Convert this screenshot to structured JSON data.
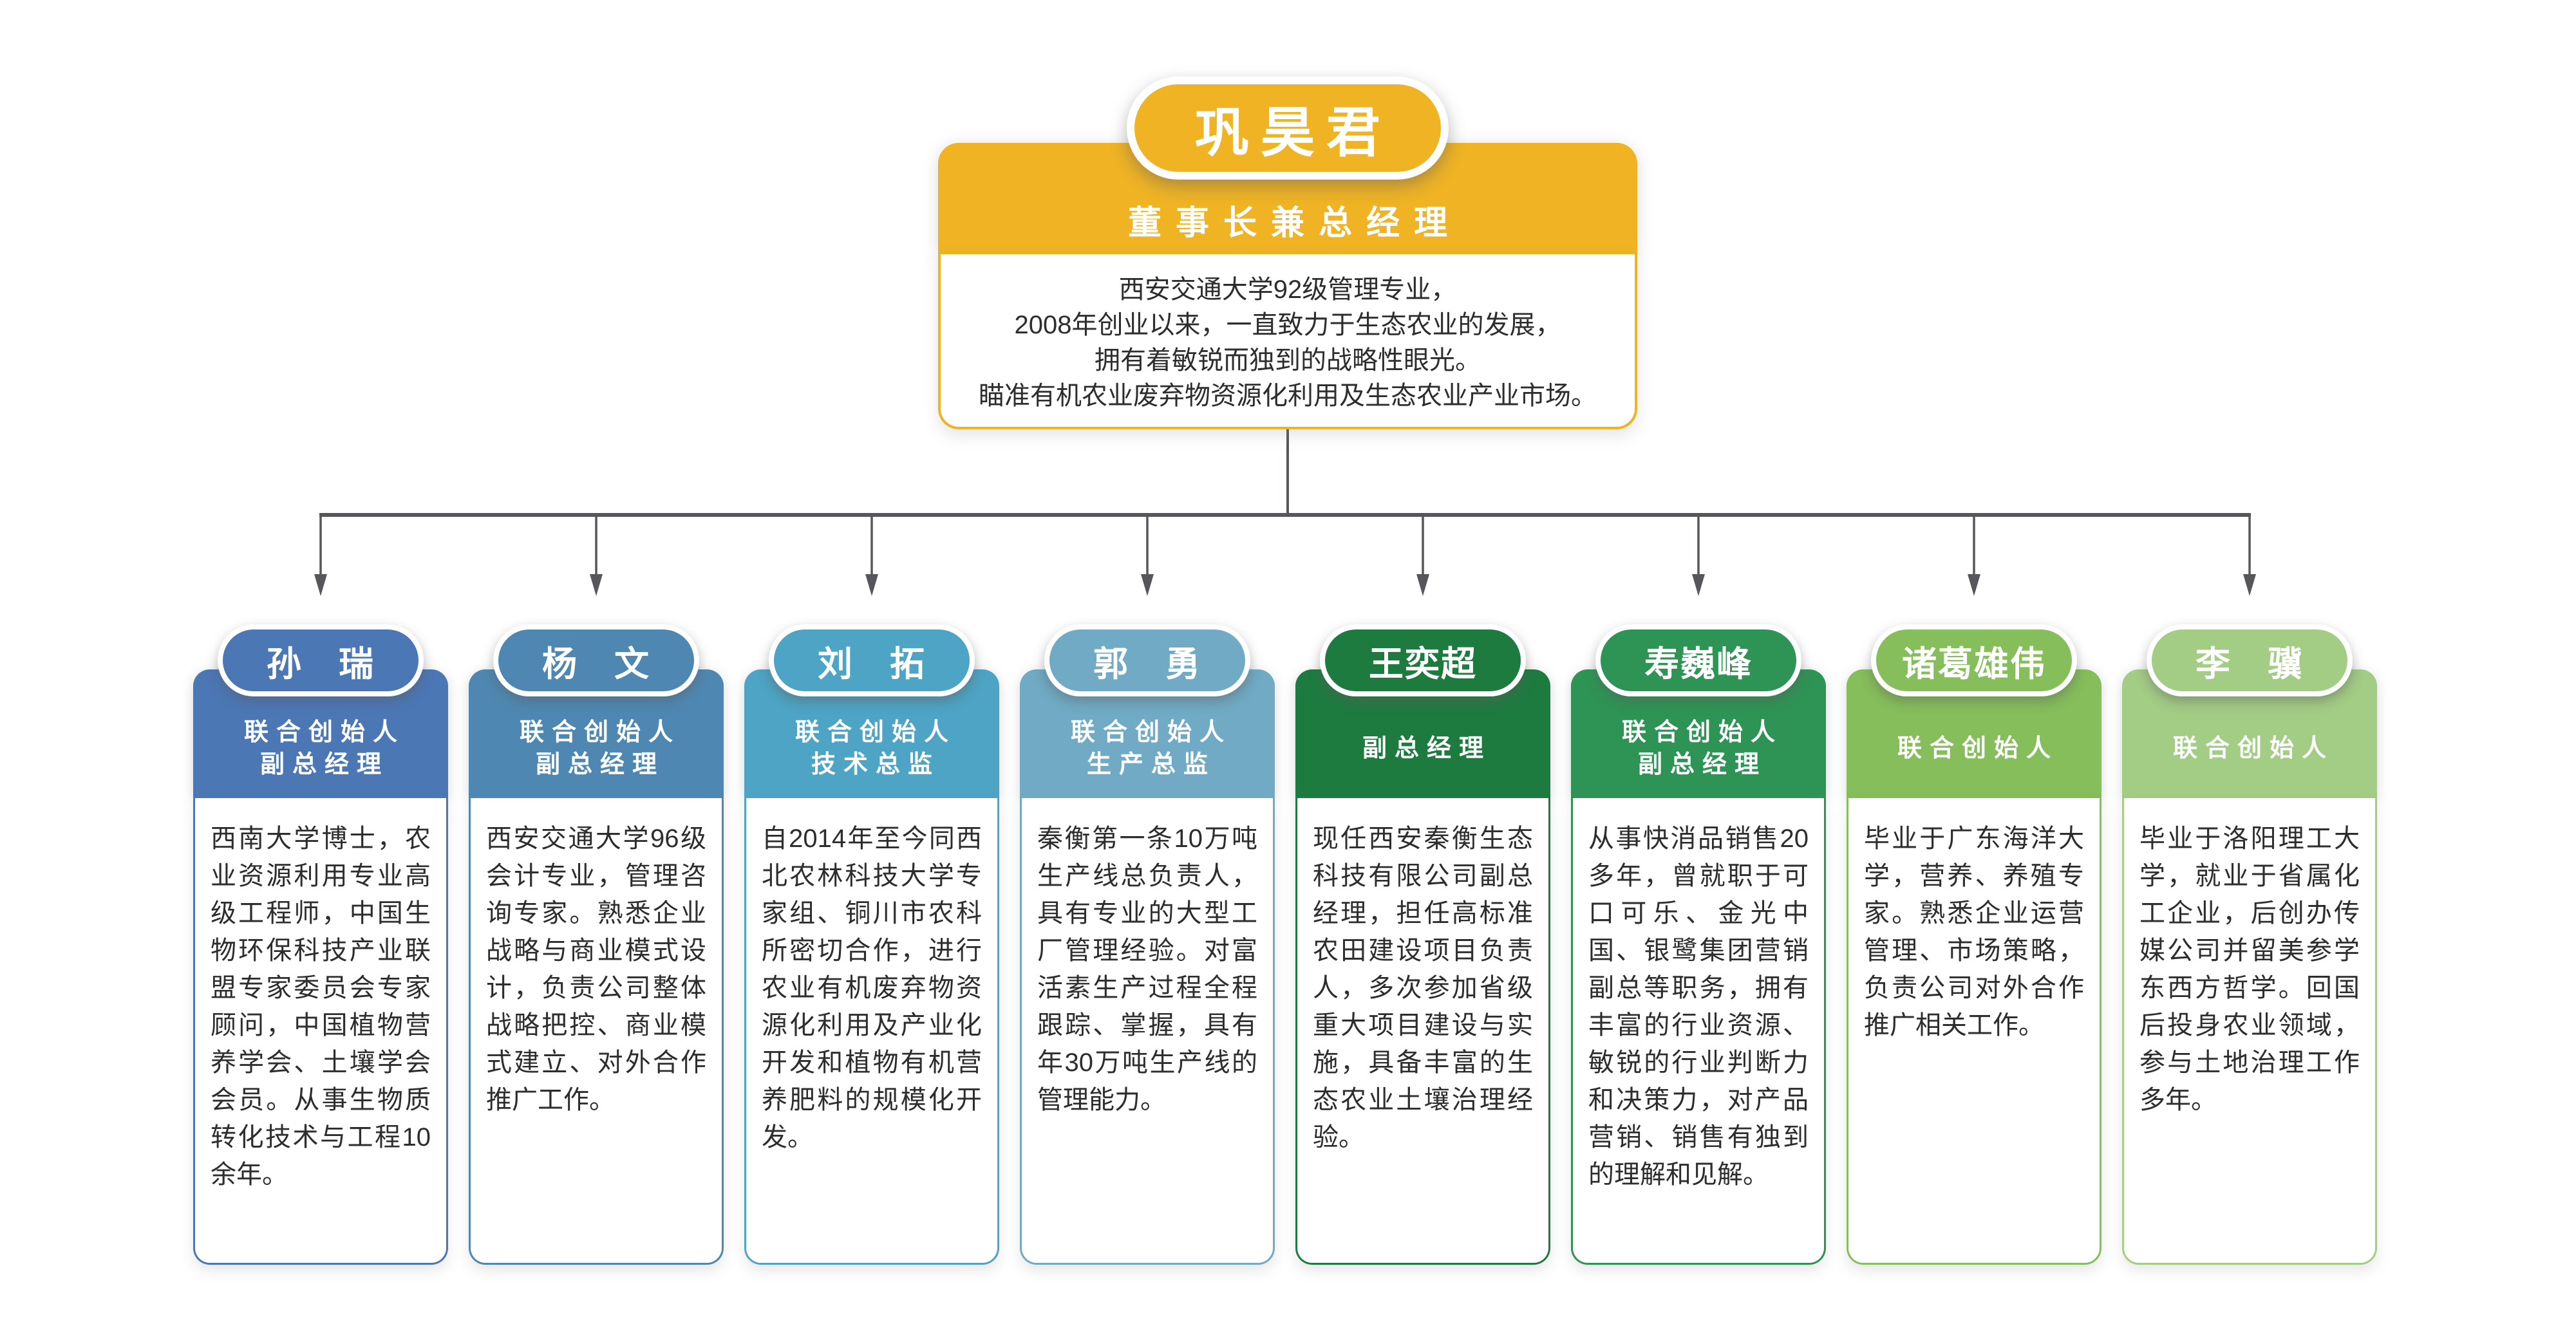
{
  "org": {
    "connector_color": "#56575B",
    "leader": {
      "name": "巩昊君",
      "title": "董事长兼总经理",
      "accent_color": "#EFB324",
      "description_lines": [
        "西安交通大学92级管理专业，",
        "2008年创业以来，一直致力于生态农业的发展，",
        "拥有着敏锐而独到的战略性眼光。",
        "瞄准有机农业废弃物资源化利用及生态农业产业市场。"
      ]
    },
    "people": [
      {
        "name": "孙　瑞",
        "title_lines": [
          "联合创始人",
          "副总经理"
        ],
        "accent_color": "#4B77B5",
        "bio": "西南大学博士，农业资源利用专业高级工程师，中国生物环保科技产业联盟专家委员会专家顾问，中国植物营养学会、土壤学会会员。从事生物质转化技术与工程10余年。"
      },
      {
        "name": "杨　文",
        "title_lines": [
          "联合创始人",
          "副总经理"
        ],
        "accent_color": "#4E88B2",
        "bio": "西安交通大学96级会计专业，管理咨询专家。熟悉企业战略与商业模式设计，负责公司整体战略把控、商业模式建立、对外合作推广工作。"
      },
      {
        "name": "刘　拓",
        "title_lines": [
          "联合创始人",
          "技术总监"
        ],
        "accent_color": "#4DA4C4",
        "bio": "自2014年至今同西北农林科技大学专家组、铜川市农科所密切合作，进行农业有机废弃物资源化利用及产业化开发和植物有机营养肥料的规模化开发。"
      },
      {
        "name": "郭　勇",
        "title_lines": [
          "联合创始人",
          "生产总监"
        ],
        "accent_color": "#70AAC4",
        "bio": "秦衡第一条10万吨生产线总负责人，具有专业的大型工厂管理经验。对富活素生产过程全程跟踪、掌握，具有年30万吨生产线的管理能力。"
      },
      {
        "name": "王奕超",
        "title_lines": [
          "副总经理"
        ],
        "accent_color": "#1E7B40",
        "bio": "现任西安秦衡生态科技有限公司副总经理，担任高标准农田建设项目负责人，多次参加省级重大项目建设与实施，具备丰富的生态农业土壤治理经验。"
      },
      {
        "name": "寿巍峰",
        "title_lines": [
          "联合创始人",
          "副总经理"
        ],
        "accent_color": "#2E9455",
        "bio": "从事快消品销售20多年，曾就职于可口可乐、金光中国、银鹭集团营销副总等职务，拥有丰富的行业资源、敏锐的行业判断力和决策力，对产品营销、销售有独到的理解和见解。"
      },
      {
        "name": "诸葛雄伟",
        "title_lines": [
          "联合创始人"
        ],
        "accent_color": "#85BE5A",
        "bio": "毕业于广东海洋大学，营养、养殖专家。熟悉企业运营管理、市场策略，负责公司对外合作推广相关工作。"
      },
      {
        "name": "李　骥",
        "title_lines": [
          "联合创始人"
        ],
        "accent_color": "#A3CC85",
        "bio": "毕业于洛阳理工大学，就业于省属化工企业，后创办传媒公司并留美参学东西方哲学。回国后投身农业领域，参与土地治理工作多年。"
      }
    ]
  }
}
